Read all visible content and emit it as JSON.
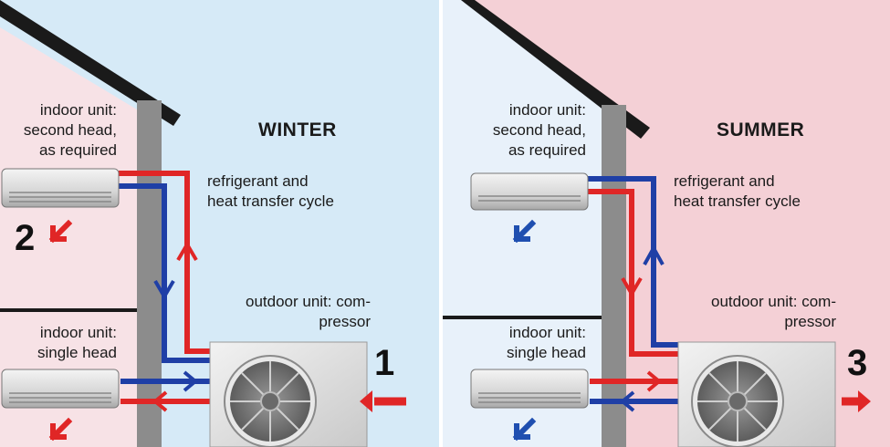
{
  "winter": {
    "title": "WINTER",
    "indoor_second": [
      "indoor unit:",
      "second head,",
      "as required"
    ],
    "indoor_single": [
      "indoor unit:",
      "single head"
    ],
    "cycle": [
      "refrigerant and",
      "heat transfer cycle"
    ],
    "outdoor": [
      "outdoor unit: com-",
      "pressor"
    ],
    "markers": [
      "2",
      "1"
    ]
  },
  "summer": {
    "title": "SUMMER",
    "indoor_second": [
      "indoor unit:",
      "second head,",
      "as required"
    ],
    "indoor_single": [
      "indoor unit:",
      "single head"
    ],
    "cycle": [
      "refrigerant and",
      "heat transfer cycle"
    ],
    "outdoor": [
      "outdoor unit: com-",
      "pressor"
    ],
    "markers": [
      "3"
    ]
  },
  "colors": {
    "winter_sky": "#d6eaf7",
    "summer_sky": "#f4d0d6",
    "room_pink": "#f7e2e6",
    "room_blue": "#e8f1fa",
    "wall": "#8c8c8c",
    "hot": "#e02626",
    "cold": "#1f3fa6"
  }
}
